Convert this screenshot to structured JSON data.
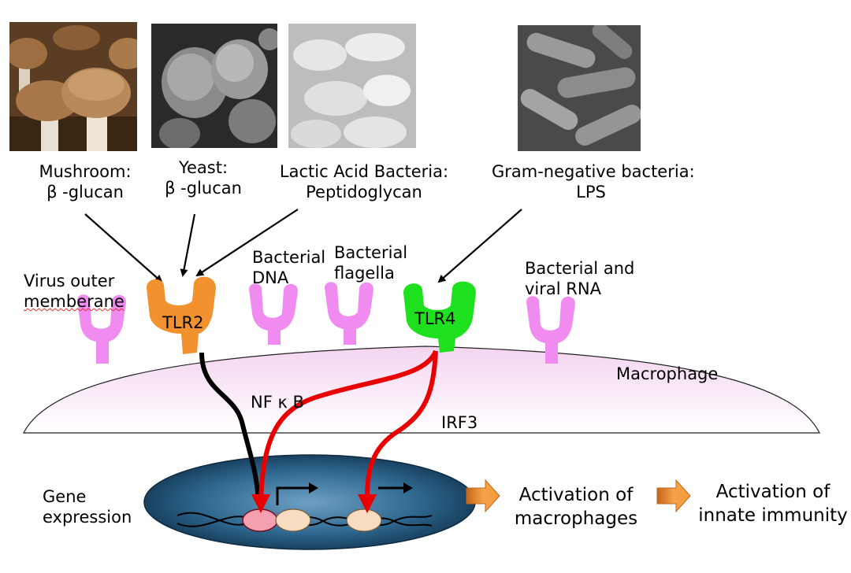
{
  "sources": {
    "mushroom": {
      "line1": "Mushroom:",
      "line2": "β -glucan"
    },
    "yeast": {
      "line1": "Yeast:",
      "line2": "β -glucan"
    },
    "lab": {
      "line1": "Lactic Acid Bacteria:",
      "line2": "Peptidoglycan"
    },
    "gram_negative": {
      "line1": "Gram-negative bacteria:",
      "line2": "LPS"
    }
  },
  "receptors": {
    "tlr2": "TLR2",
    "tlr4": "TLR4"
  },
  "ligands": {
    "virus": {
      "line1": "Virus outer",
      "line2": "memberane"
    },
    "dna": {
      "line1": "Bacterial",
      "line2": "DNA"
    },
    "flagella": {
      "line1": "Bacterial",
      "line2": "flagella"
    },
    "rna": {
      "line1": "Bacterial and",
      "line2": "viral RNA"
    }
  },
  "cell_label": "Macrophage",
  "pathways": {
    "nfkb": "NF κ B",
    "irf3": "IRF3"
  },
  "gene_expression": {
    "line1": "Gene",
    "line2": "expression"
  },
  "outcomes": {
    "macrophage": {
      "line1": "Activation of",
      "line2": "macrophages"
    },
    "innate": {
      "line1": "Activation of",
      "line2": "innate immunity"
    }
  },
  "colors": {
    "tlr2": "#f2922e",
    "tlr4": "#1ee01e",
    "other_receptor": "#f08cf0",
    "nfkb_arrow": "#000000",
    "irf3_arrow": "#ee0000",
    "nucleus": "#2a5f86",
    "block_arrow": "#f39a3a"
  },
  "icons": [
    "mushroom-photo",
    "yeast-photo",
    "lactic-acid-bacteria-photo",
    "gram-negative-bacteria-photo"
  ]
}
